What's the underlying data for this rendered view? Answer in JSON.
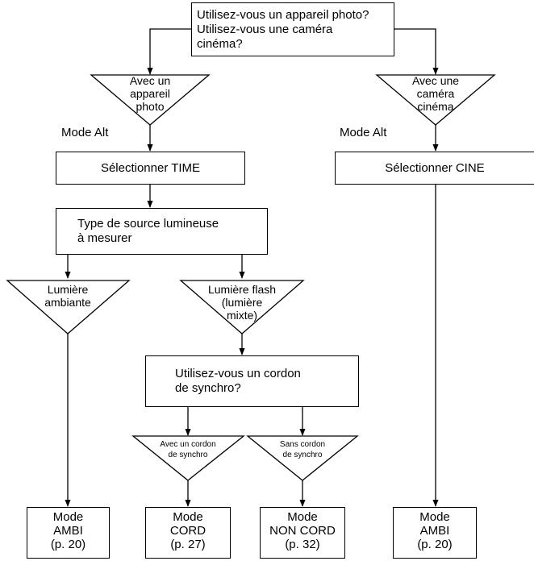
{
  "question": "Utilisez-vous un appareil photo?\nUtilisez-vous une caméra\ncinéma?",
  "branches": {
    "photo": "Avec un\nappareil\nphoto",
    "cine": "Avec une\ncaméra\ncinéma"
  },
  "mode_alt_left": "Mode Alt",
  "mode_alt_right": "Mode Alt",
  "select_time": "Sélectionner TIME",
  "select_cine": "Sélectionner CINE",
  "source_type": "Type de source lumineuse\nà mesurer",
  "ambient": "Lumière\nambiante",
  "flash": "Lumière flash\n(lumière\nmixte)",
  "sync_question": "Utilisez-vous un cordon\nde synchro?",
  "with_cord": "Avec un cordon\nde synchro",
  "no_cord": "Sans cordon\nde synchro",
  "ends": {
    "ambi_left": "Mode\nAMBI\n(p. 20)",
    "cord": "Mode\nCORD\n(p. 27)",
    "noncord": "Mode\nNON CORD\n(p. 32)",
    "ambi_right": "Mode\nAMBI\n(p. 20)"
  }
}
